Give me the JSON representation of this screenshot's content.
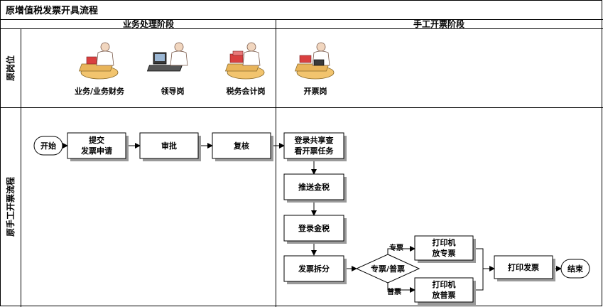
{
  "title": "原增值税发票开具流程",
  "headers": {
    "phase1": "业务处理阶段",
    "phase2": "手工开票阶段"
  },
  "lanes": {
    "positions": "原岗位",
    "process": "原手工开票流程"
  },
  "roles": [
    {
      "label": "业务/业务财务",
      "icon": "office-worker-at-desk-icon"
    },
    {
      "label": "领导岗",
      "icon": "manager-at-computer-icon"
    },
    {
      "label": "税务会计岗",
      "icon": "tax-accountant-at-desk-icon"
    },
    {
      "label": "开票岗",
      "icon": "invoicing-clerk-at-desk-icon"
    }
  ],
  "nodes": {
    "start": "开始",
    "submit": [
      "提交",
      "发票申请"
    ],
    "approve": "审批",
    "review": "复核",
    "login_task": [
      "登录共享查",
      "看开票任务"
    ],
    "push_tax": "推送金税",
    "login_tax": "登录金税",
    "split": "发票拆分",
    "decision": "专票/普票",
    "branch_special": "专票",
    "branch_ordinary": "普票",
    "printer_special": [
      "打印机",
      "放专票"
    ],
    "printer_ordinary": [
      "打印机",
      "放普票"
    ],
    "print": "打印发票",
    "end": "结束"
  },
  "colors": {
    "border": "#000000",
    "shadow": "#9a9a9a",
    "desk": "#f2c46e",
    "paper": "#d94040",
    "monitor": "#3a3a3a"
  }
}
